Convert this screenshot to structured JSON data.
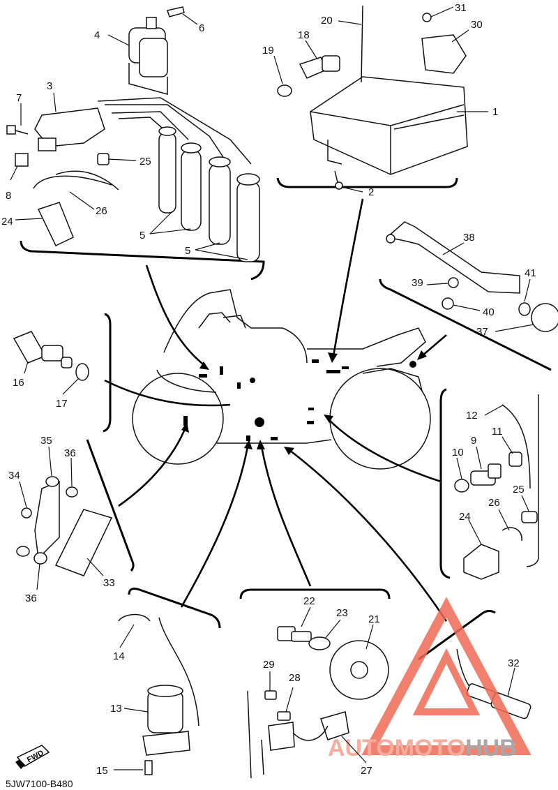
{
  "diagram_code": "5JW7100-B480",
  "fwd_label": "FWD",
  "watermark": {
    "prefix": "AUTO",
    "middle": "MOTO",
    "suffix": "HUB",
    "color_main": "#f2a08f",
    "color_suffix": "#9a9a9a",
    "color_triangle": "#f06a55"
  },
  "callouts": {
    "n1": "1",
    "n2": "2",
    "n3": "3",
    "n4": "4",
    "n5a": "5",
    "n5b": "5",
    "n6": "6",
    "n7": "7",
    "n8": "8",
    "n9": "9",
    "n10": "10",
    "n11": "11",
    "n12": "12",
    "n13": "13",
    "n14": "14",
    "n15": "15",
    "n16": "16",
    "n17": "17",
    "n18": "18",
    "n19": "19",
    "n20": "20",
    "n21": "21",
    "n22": "22",
    "n23": "23",
    "n24a": "24",
    "n24b": "24",
    "n25a": "25",
    "n25b": "25",
    "n26a": "26",
    "n26b": "26",
    "n27": "27",
    "n28": "28",
    "n29": "29",
    "n30": "30",
    "n31": "31",
    "n32": "32",
    "n33": "33",
    "n34": "34",
    "n35": "35",
    "n36a": "36",
    "n36b": "36",
    "n37": "37",
    "n38": "38",
    "n39": "39",
    "n40": "40",
    "n41": "41"
  }
}
